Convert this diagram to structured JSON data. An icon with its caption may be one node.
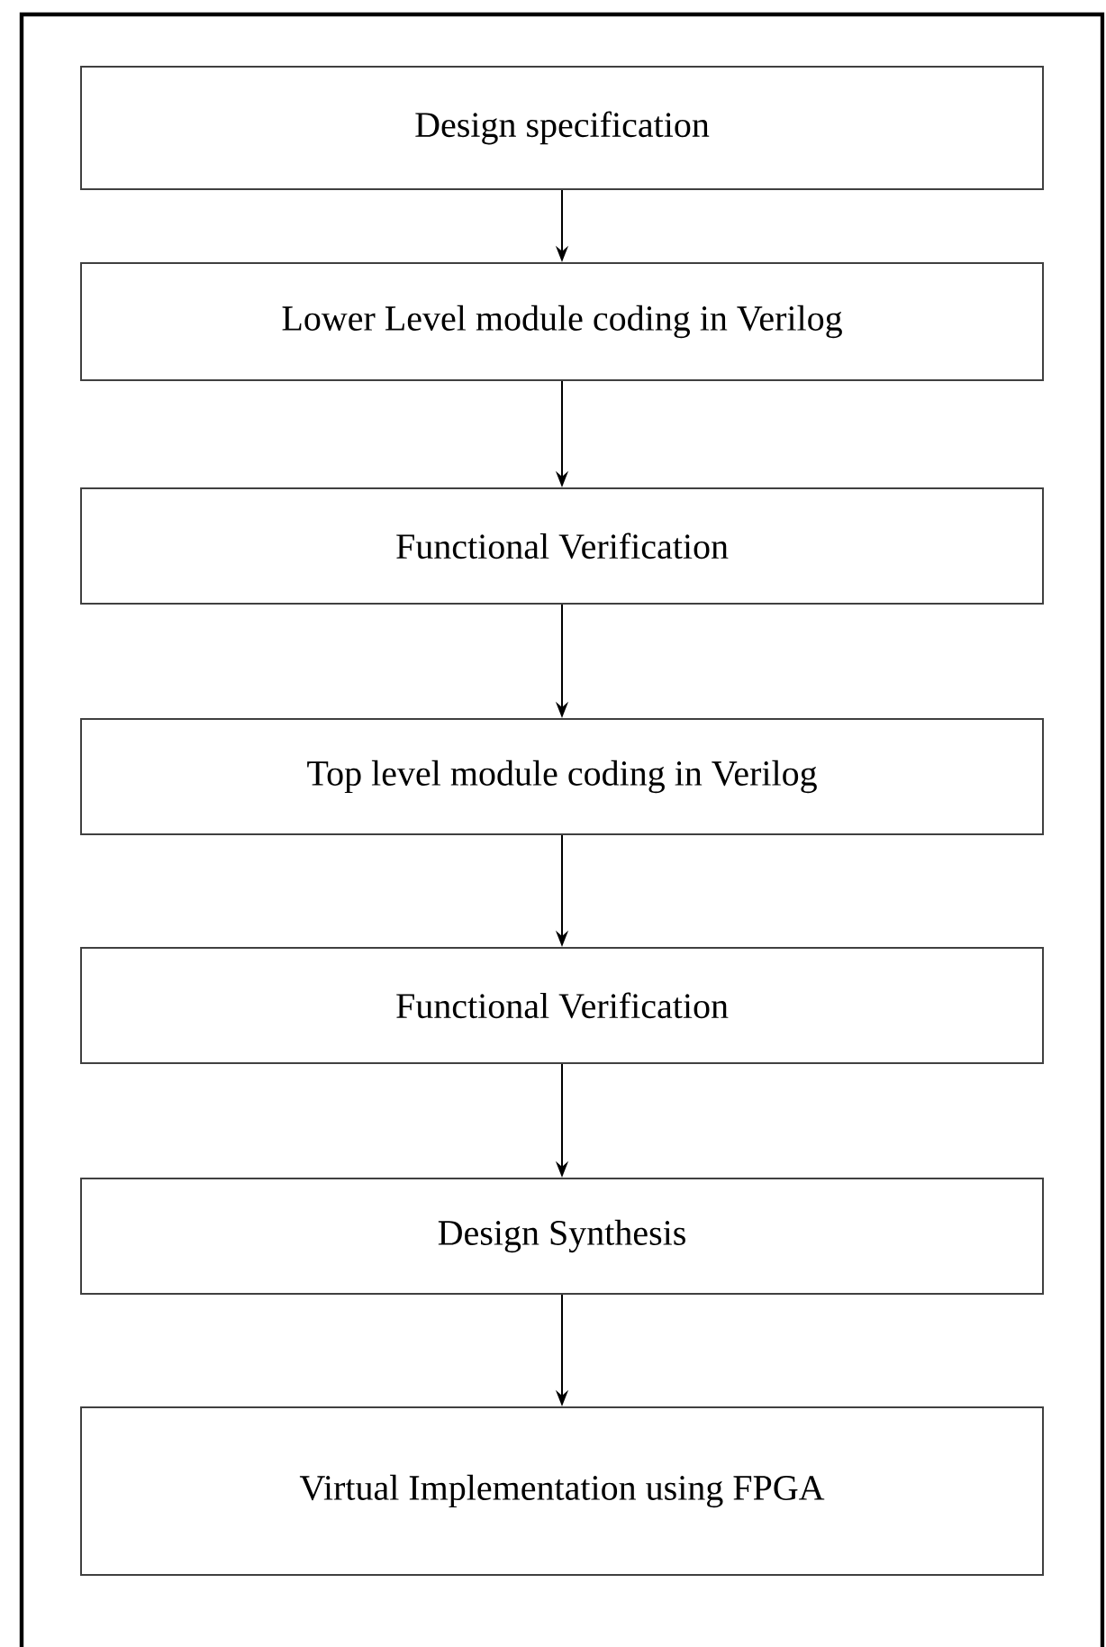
{
  "diagram": {
    "nodes": [
      {
        "text": [
          "Design specification"
        ]
      },
      {
        "text": [
          "Lower Level module coding in Verilog"
        ]
      },
      {
        "text": [
          "Functional Verification"
        ]
      },
      {
        "text": [
          "Top level module coding in Verilog"
        ]
      },
      {
        "text": [
          "Functional Verification"
        ]
      },
      {
        "text": [
          "Design Synthesis"
        ]
      },
      {
        "text": [
          "Virtual Implementation using FPGA"
        ]
      }
    ],
    "edges": [
      {
        "from": 0,
        "to": 1,
        "arrow": "to"
      },
      {
        "from": 1,
        "to": 2,
        "arrow": "to"
      },
      {
        "from": 2,
        "to": 3,
        "arrow": "to"
      },
      {
        "from": 3,
        "to": 4,
        "arrow": "to"
      },
      {
        "from": 4,
        "to": 5,
        "arrow": "to"
      },
      {
        "from": 5,
        "to": 6,
        "arrow": "to"
      }
    ]
  }
}
